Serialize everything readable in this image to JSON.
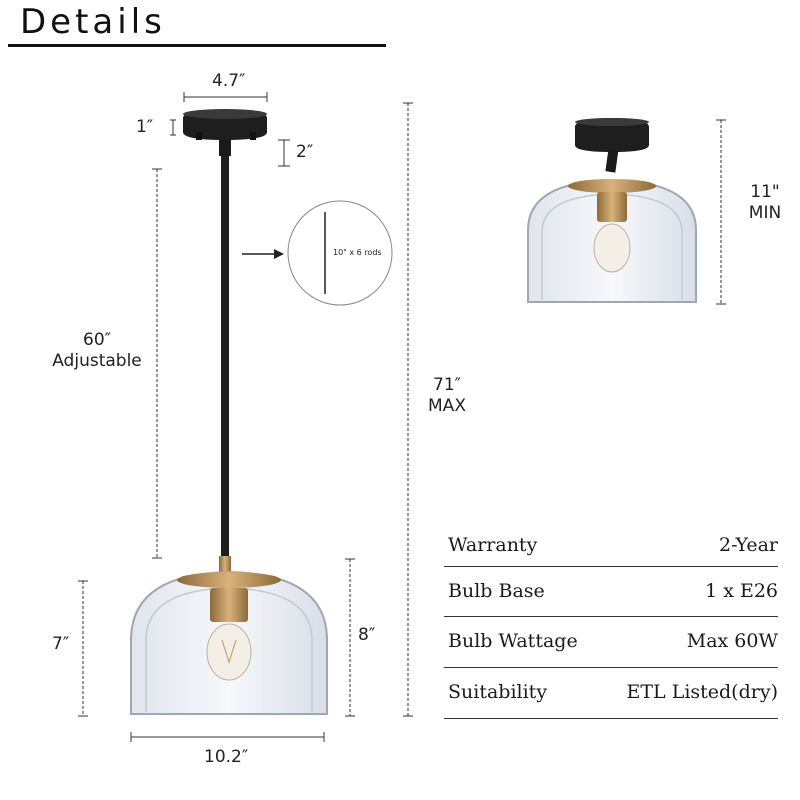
{
  "header": {
    "title": "Details"
  },
  "dimensions": {
    "canopy_width": "4.7″",
    "canopy_height": "1″",
    "cap_height": "2″",
    "rod_length": "60″",
    "rod_note": "Adjustable",
    "rod_callout": "10\" x 6 rods",
    "overall_max_value": "71″",
    "overall_max_note": "MAX",
    "shade_height": "7″",
    "shade_total_height": "8″",
    "shade_width": "10.2″",
    "semi_flush_value": "11\"",
    "semi_flush_note": "MIN"
  },
  "specs": [
    {
      "label": "Warranty",
      "value": "2-Year"
    },
    {
      "label": "Bulb Base",
      "value": "1 x E26"
    },
    {
      "label": "Bulb Wattage",
      "value": "Max 60W"
    },
    {
      "label": "Suitability",
      "value": "ETL Listed(dry)"
    }
  ],
  "colors": {
    "canopy": "#1e1e1e",
    "brass": "#b8925a",
    "glass_edge": "#9aa3b3",
    "glass_fill": "#eef1f6"
  }
}
